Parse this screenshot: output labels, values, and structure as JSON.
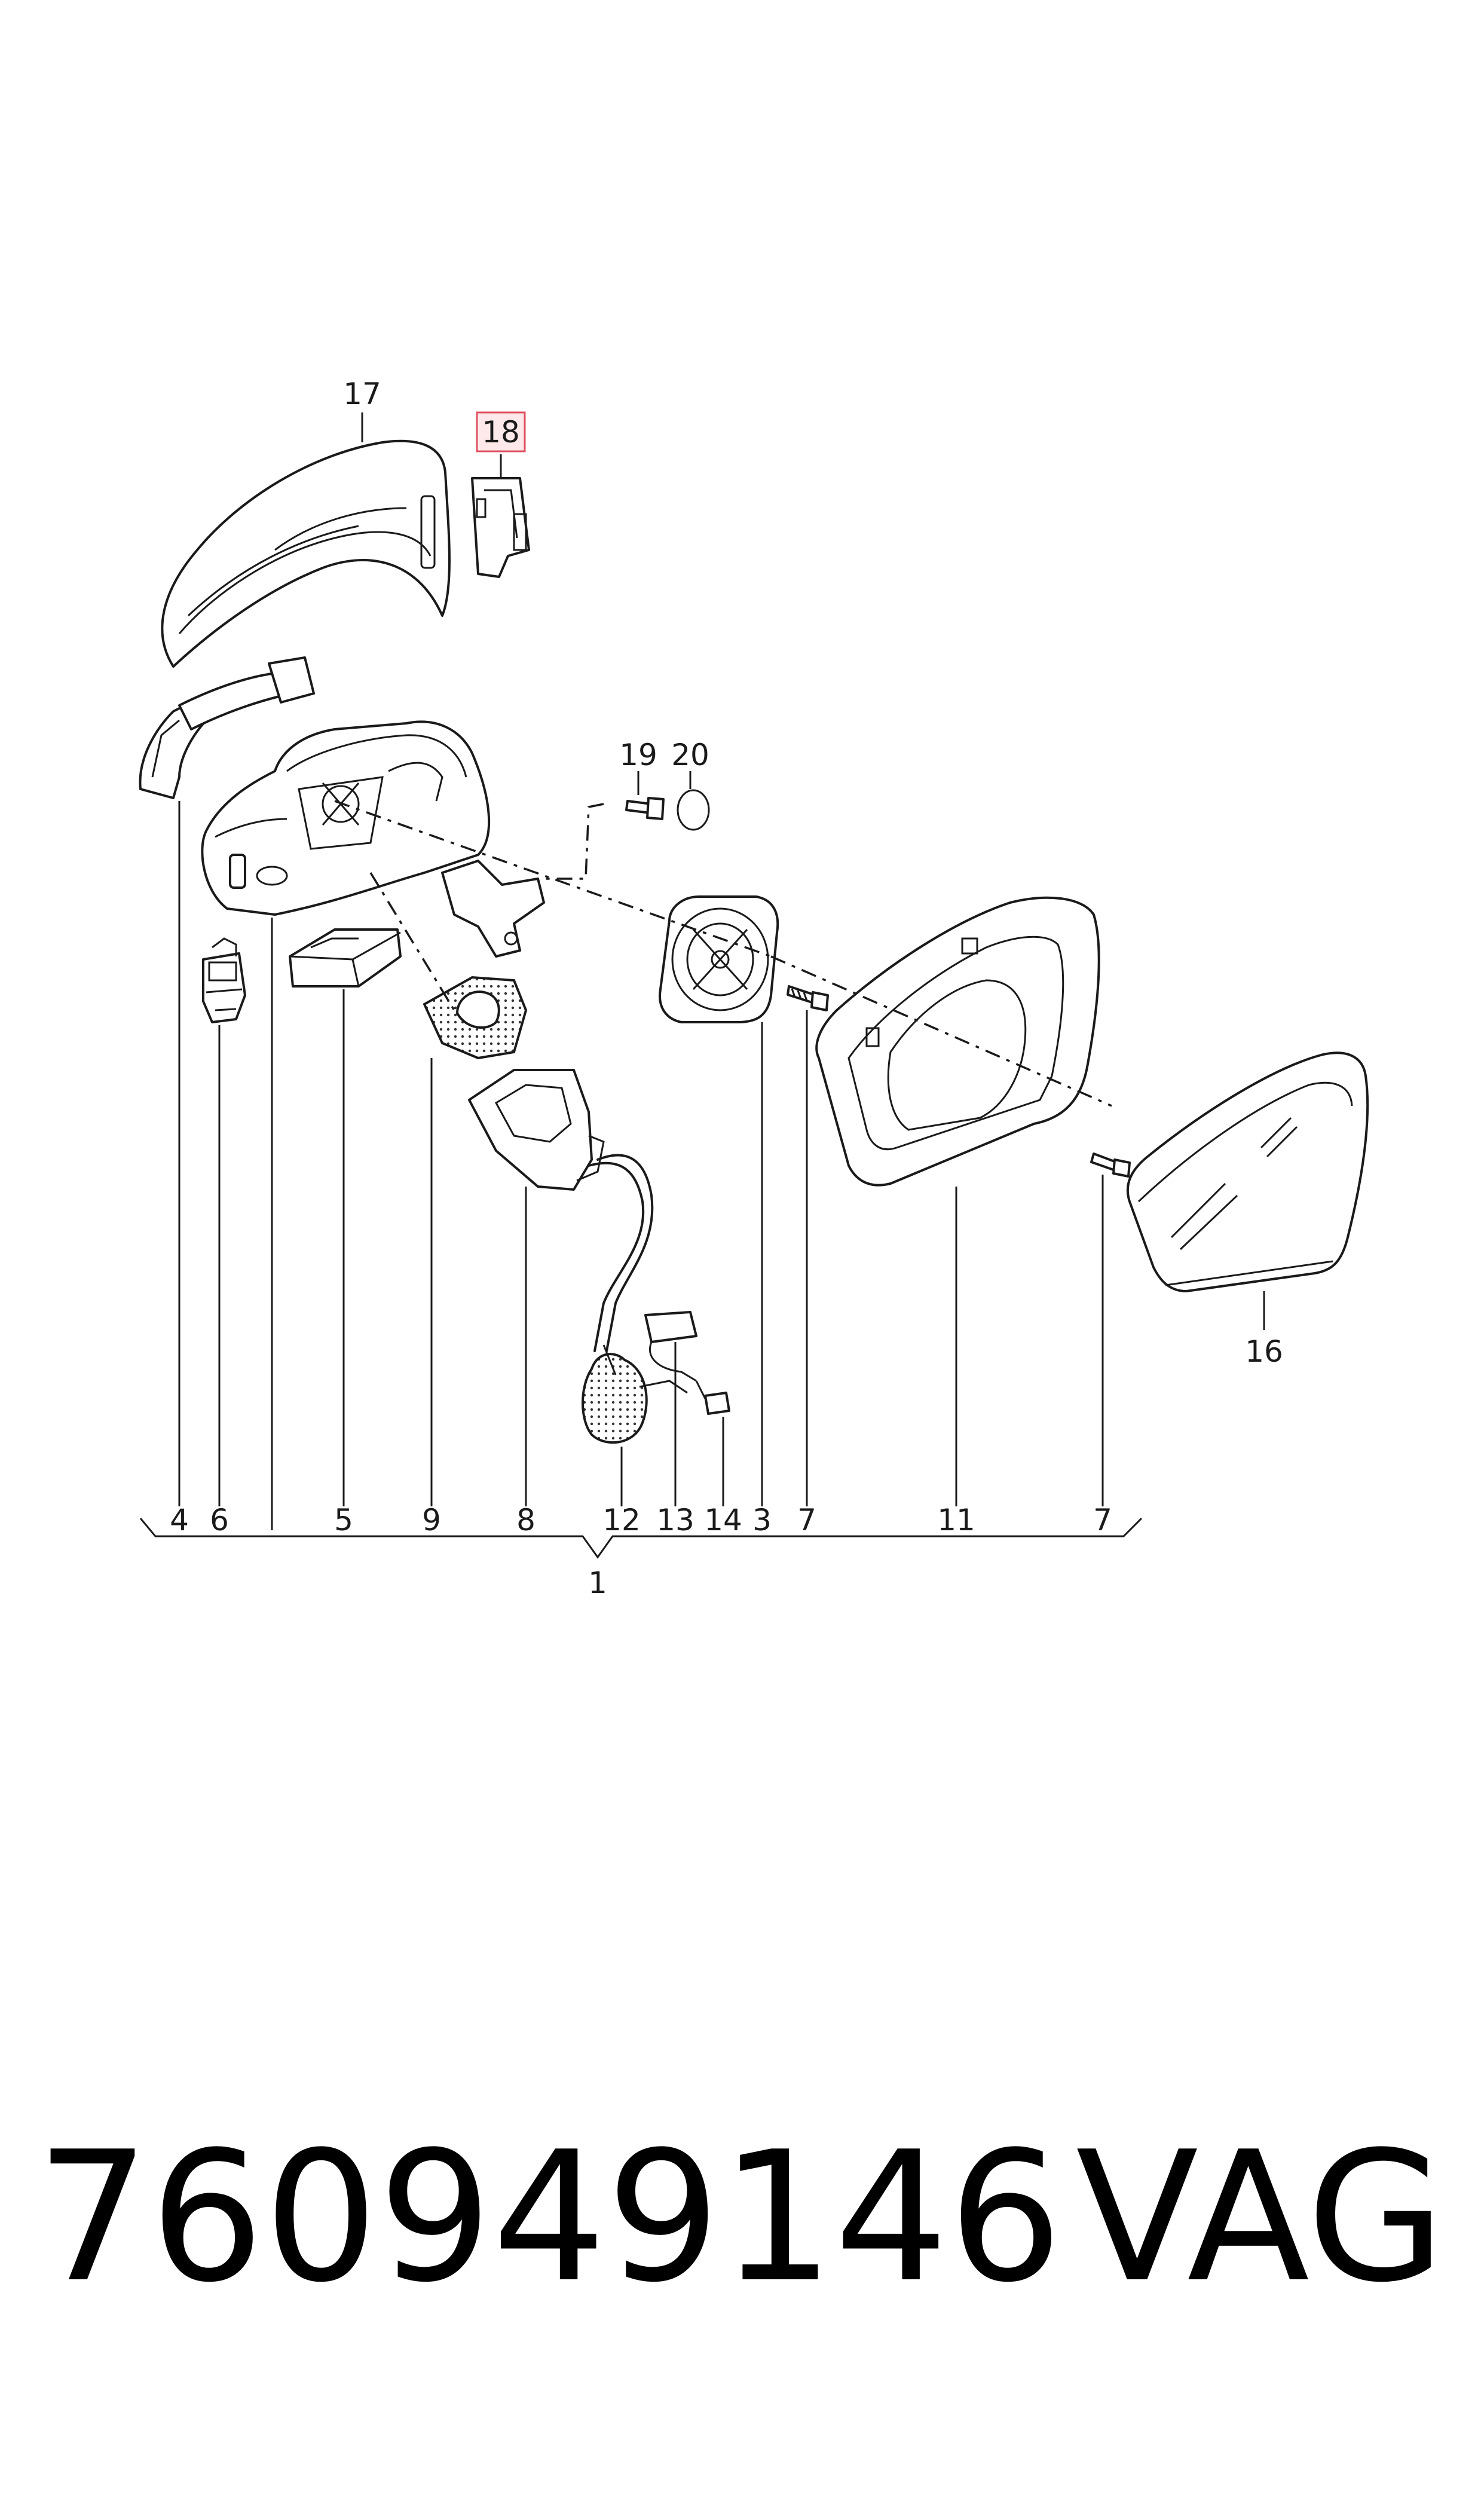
{
  "callouts": {
    "c1": "1",
    "c3": "3",
    "c4": "4",
    "c5": "5",
    "c6": "6",
    "c7a": "7",
    "c7b": "7",
    "c8": "8",
    "c9": "9",
    "c11": "11",
    "c12": "12",
    "c13": "13",
    "c14": "14",
    "c16": "16",
    "c17": "17",
    "c18": "18",
    "c19": "19",
    "c20": "20"
  },
  "footer": {
    "part_number": "760949146",
    "brand": "VAG"
  },
  "highlight_color": "#e05060"
}
